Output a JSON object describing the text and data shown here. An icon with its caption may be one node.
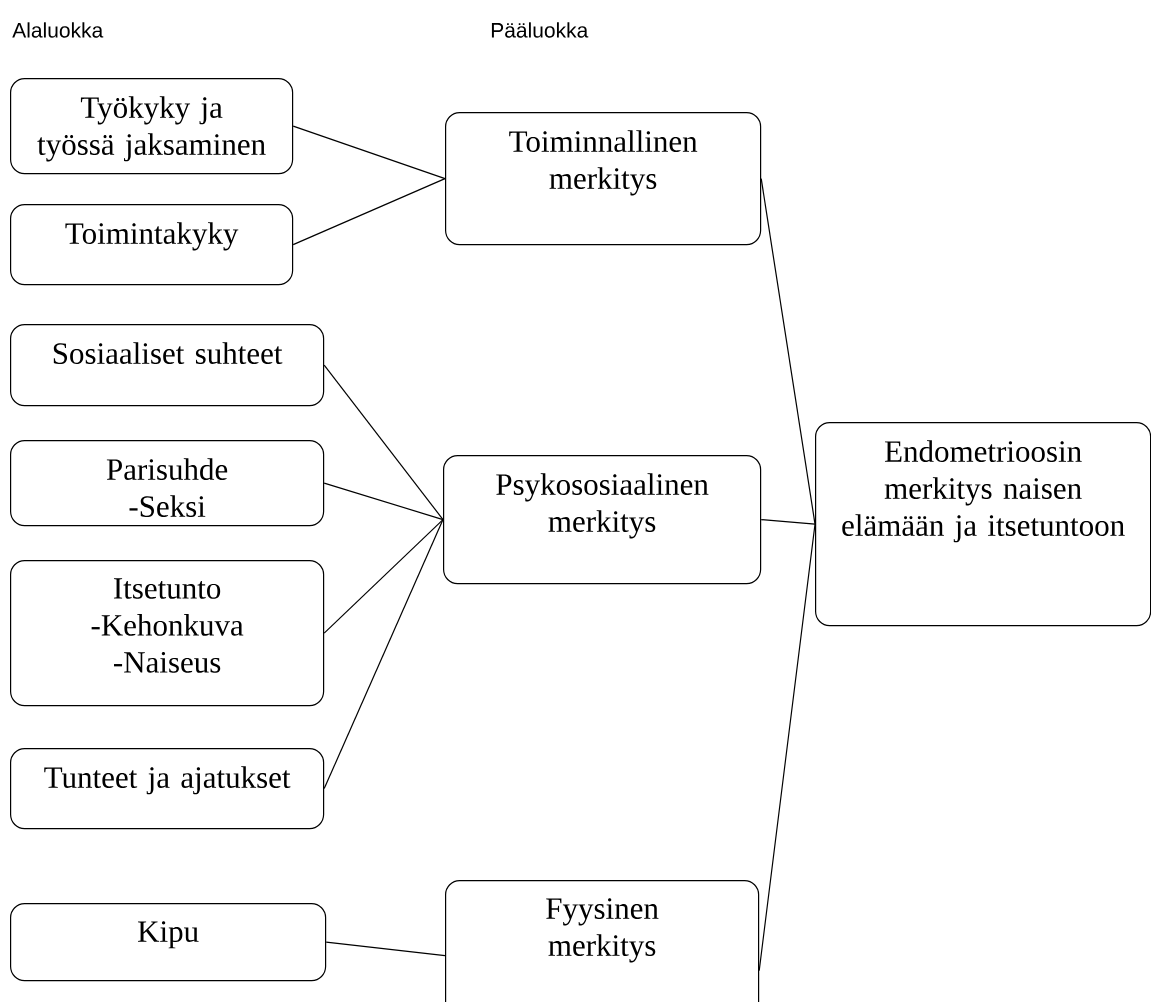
{
  "diagram": {
    "nodes": [
      {
        "text": [
          "Työkyky ja työssä jaksaminen"
        ]
      },
      {
        "text": [
          "Toimintakyky"
        ]
      },
      {
        "text": [
          "Sosiaaliset suhteet"
        ]
      },
      {
        "text": [
          "Parisuhde",
          "-Seksi"
        ]
      },
      {
        "text": [
          "Itsetunto",
          "-Kehonkuva",
          "-Naiseus"
        ]
      },
      {
        "text": [
          "Tunteet ja ajatukset"
        ]
      },
      {
        "text": [
          "Kipu"
        ]
      },
      {
        "text": [
          "Toiminnallinen merkitys"
        ]
      },
      {
        "text": [
          "Psykososiaalinen merkitys"
        ]
      },
      {
        "text": [
          "Fyysinen merkitys"
        ]
      },
      {
        "text": [
          "Endometrioosin merkitys naisen elämään ja itsetuntoon"
        ]
      }
    ],
    "edges": [
      {
        "from": 0,
        "to": 7,
        "arrow": "none"
      },
      {
        "from": 1,
        "to": 7,
        "arrow": "none"
      },
      {
        "from": 2,
        "to": 8,
        "arrow": "none"
      },
      {
        "from": 3,
        "to": 8,
        "arrow": "none"
      },
      {
        "from": 4,
        "to": 8,
        "arrow": "none"
      },
      {
        "from": 5,
        "to": 8,
        "arrow": "none"
      },
      {
        "from": 6,
        "to": 9,
        "arrow": "none"
      },
      {
        "from": 7,
        "to": 10,
        "arrow": "none"
      },
      {
        "from": 8,
        "to": 10,
        "arrow": "none"
      },
      {
        "from": 9,
        "to": 10,
        "arrow": "none"
      }
    ],
    "labels": [
      "Alaluokka",
      "Pääluokka"
    ]
  }
}
